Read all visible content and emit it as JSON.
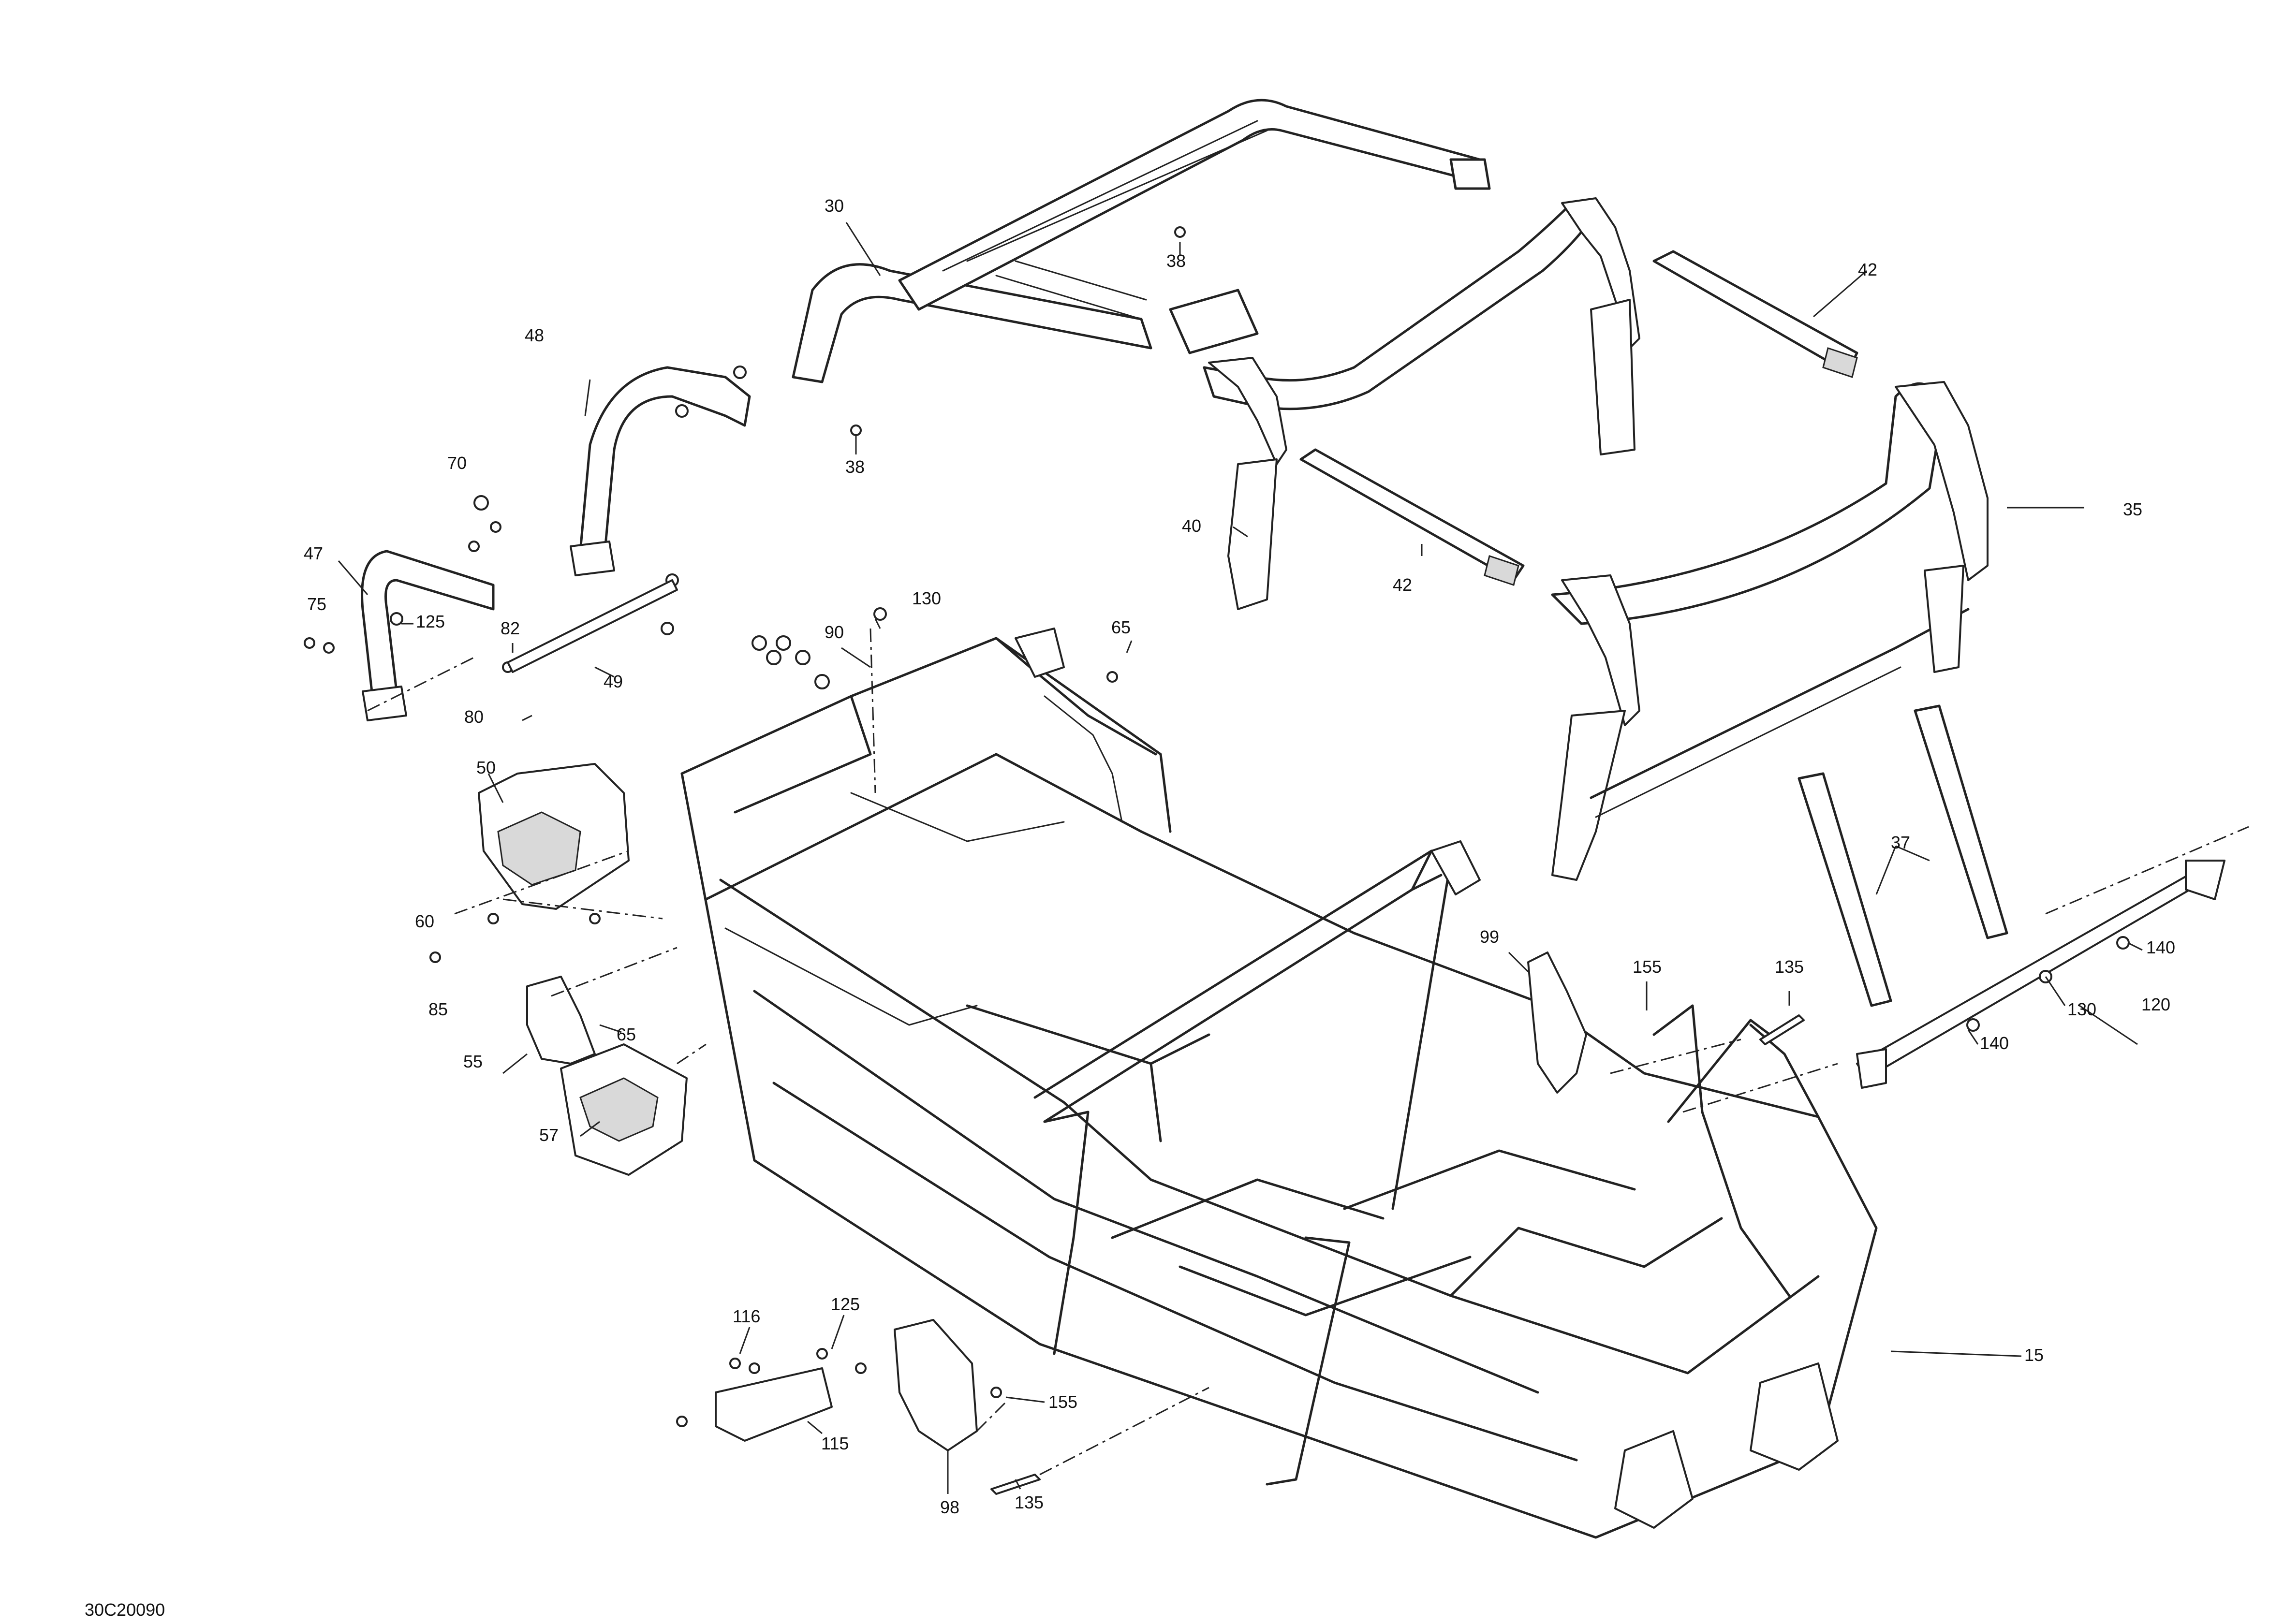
{
  "diagram_code": "30C20090",
  "callouts": [
    {
      "id": "c30",
      "label": "30"
    },
    {
      "id": "c38a",
      "label": "38"
    },
    {
      "id": "c38b",
      "label": "38"
    },
    {
      "id": "c42a",
      "label": "42"
    },
    {
      "id": "c42b",
      "label": "42"
    },
    {
      "id": "c48",
      "label": "48"
    },
    {
      "id": "c40",
      "label": "40"
    },
    {
      "id": "c35",
      "label": "35"
    },
    {
      "id": "c70",
      "label": "70"
    },
    {
      "id": "c47",
      "label": "47"
    },
    {
      "id": "c75",
      "label": "75"
    },
    {
      "id": "c125a",
      "label": "125"
    },
    {
      "id": "c82",
      "label": "82"
    },
    {
      "id": "c49",
      "label": "49"
    },
    {
      "id": "c80",
      "label": "80"
    },
    {
      "id": "c130a",
      "label": "130"
    },
    {
      "id": "c90",
      "label": "90"
    },
    {
      "id": "c65a",
      "label": "65"
    },
    {
      "id": "c50",
      "label": "50"
    },
    {
      "id": "c37",
      "label": "37"
    },
    {
      "id": "c60",
      "label": "60"
    },
    {
      "id": "c99",
      "label": "99"
    },
    {
      "id": "c155a",
      "label": "155"
    },
    {
      "id": "c135a",
      "label": "135"
    },
    {
      "id": "c140a",
      "label": "140"
    },
    {
      "id": "c85",
      "label": "85"
    },
    {
      "id": "c65b",
      "label": "65"
    },
    {
      "id": "c130b",
      "label": "130"
    },
    {
      "id": "c120",
      "label": "120"
    },
    {
      "id": "c140b",
      "label": "140"
    },
    {
      "id": "c55",
      "label": "55"
    },
    {
      "id": "c57",
      "label": "57"
    },
    {
      "id": "c15",
      "label": "15"
    },
    {
      "id": "c116",
      "label": "116"
    },
    {
      "id": "c125b",
      "label": "125"
    },
    {
      "id": "c155b",
      "label": "155"
    },
    {
      "id": "c115",
      "label": "115"
    },
    {
      "id": "c98",
      "label": "98"
    },
    {
      "id": "c135b",
      "label": "135"
    }
  ]
}
